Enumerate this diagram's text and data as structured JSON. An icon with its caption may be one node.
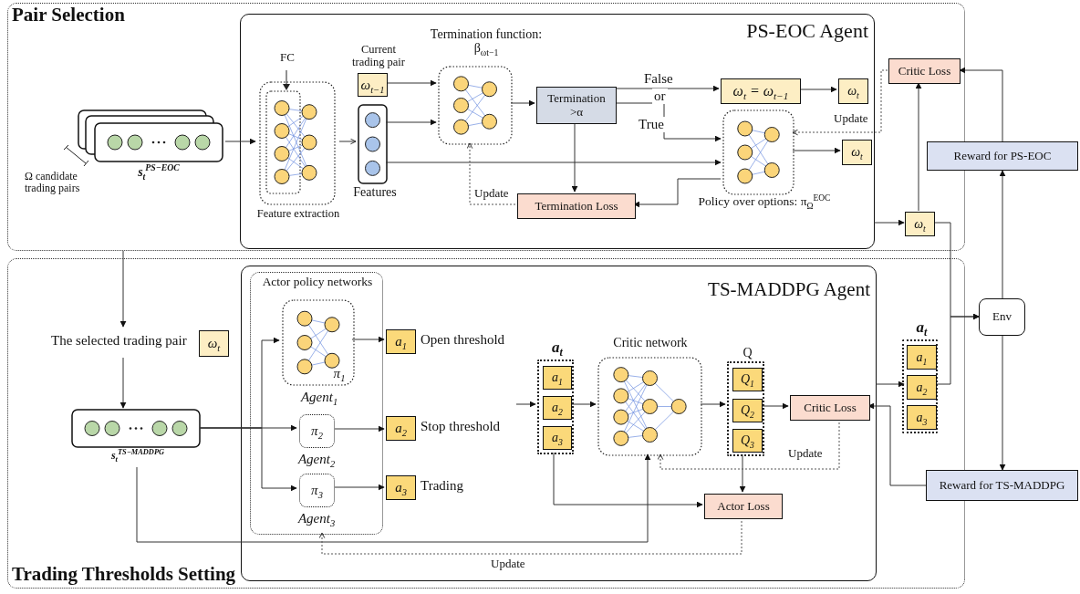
{
  "diagram": {
    "nodes": [
      {
        "text": [
          "Pair Selection"
        ]
      },
      {
        "text": [
          "s$_{t}$$^{PS−EOC}$"
        ],
        "beside": [
          "Ω candidate trading pairs"
        ],
        "in": 0
      },
      {
        "text": [
          "PS-EOC Agent"
        ],
        "in": 0
      },
      {
        "text": [
          "FC",
          "Feature extraction"
        ],
        "in": 2
      },
      {
        "text": [
          "ω$_{t−1}$"
        ],
        "beside": [
          "Current trading pair"
        ],
        "in": 2
      },
      {
        "text": [
          "Features"
        ],
        "in": 2
      },
      {
        "text": [
          "Termination function: β$_{ωt−1}$"
        ],
        "in": 2
      },
      {
        "text": [
          "Termination >α"
        ],
        "in": 2
      },
      {
        "text": [
          "ω$_{t}$ = ω$_{t−1}$"
        ],
        "in": 2
      },
      {
        "text": [
          "ω$_{t}$"
        ],
        "in": 2
      },
      {
        "text": [
          "Policy over options: π$_{Ω}$$^{EOC}$"
        ],
        "in": 2
      },
      {
        "text": [
          "ω$_{t}$"
        ],
        "in": 2
      },
      {
        "text": [
          "Termination Loss"
        ],
        "in": 2
      },
      {
        "text": [
          "Critic Loss"
        ],
        "in": 0
      },
      {
        "text": [
          "ω$_{t}$"
        ],
        "in": 0
      },
      {
        "text": [
          "Reward for PS-EOC"
        ]
      },
      {
        "text": [
          "Trading Thresholds Setting"
        ]
      },
      {
        "text": [
          "ω$_{t}$"
        ],
        "beside": [
          "The selected trading pair"
        ],
        "in": 16
      },
      {
        "text": [
          "s$_{t}$$^{TS−MADDPG}$"
        ],
        "in": 16
      },
      {
        "text": [
          "TS-MADDPG Agent"
        ],
        "in": 16
      },
      {
        "text": [
          "Actor policy networks"
        ],
        "in": 19
      },
      {
        "text": [
          "π$_{1}$",
          "Agent$_{1}$"
        ],
        "in": 20
      },
      {
        "text": [
          "π$_{2}$",
          "Agent$_{2}$"
        ],
        "in": 20
      },
      {
        "text": [
          "π$_{3}$",
          "Agent$_{3}$"
        ],
        "in": 20
      },
      {
        "text": [
          "a$_{1}$"
        ],
        "beside": [
          "Open threshold"
        ],
        "in": 19
      },
      {
        "text": [
          "a$_{2}$"
        ],
        "beside": [
          "Stop threshold"
        ],
        "in": 19
      },
      {
        "text": [
          "a$_{3}$"
        ],
        "beside": [
          "Trading"
        ],
        "in": 19
      },
      {
        "text": [
          "a$_{t}$"
        ],
        "in": 19
      },
      {
        "text": [
          "a$_{1}$"
        ],
        "in": 27
      },
      {
        "text": [
          "a$_{2}$"
        ],
        "in": 27
      },
      {
        "text": [
          "a$_{3}$"
        ],
        "in": 27
      },
      {
        "text": [
          "Critic network"
        ],
        "in": 19
      },
      {
        "text": [
          "Q"
        ],
        "in": 19
      },
      {
        "text": [
          "Q$_{1}$"
        ],
        "in": 32
      },
      {
        "text": [
          "Q$_{2}$"
        ],
        "in": 32
      },
      {
        "text": [
          "Q$_{3}$"
        ],
        "in": 32
      },
      {
        "text": [
          "Critic Loss"
        ],
        "in": 19
      },
      {
        "text": [
          "Actor Loss"
        ],
        "in": 19
      },
      {
        "text": [
          "a$_{t}$"
        ],
        "in": 16
      },
      {
        "text": [
          "a$_{1}$"
        ],
        "in": 38
      },
      {
        "text": [
          "a$_{2}$"
        ],
        "in": 38
      },
      {
        "text": [
          "a$_{3}$"
        ],
        "in": 38
      },
      {
        "text": [
          "Env"
        ]
      },
      {
        "text": [
          "Reward for TS-MADDPG"
        ]
      }
    ],
    "edges": [
      {
        "from": 1,
        "to": 3,
        "arrow": "to"
      },
      {
        "from": 3,
        "to": 5,
        "arrow": "to"
      },
      {
        "from": 4,
        "to": 6,
        "arrow": "to"
      },
      {
        "from": 5,
        "to": 6,
        "arrow": "to"
      },
      {
        "from": 5,
        "to": 10,
        "arrow": "to"
      },
      {
        "from": 6,
        "to": 7,
        "arrow": "to"
      },
      {
        "from": 7,
        "to": 8,
        "arrow": "to",
        "label": "False"
      },
      {
        "from": 7,
        "to": 10,
        "arrow": "to",
        "label": "True"
      },
      {
        "from": 8,
        "to": 9,
        "arrow": "to"
      },
      {
        "from": 10,
        "to": 11,
        "arrow": "to"
      },
      {
        "from": 10,
        "to": 12,
        "arrow": "to"
      },
      {
        "from": 7,
        "to": 12,
        "arrow": "to"
      },
      {
        "from": 12,
        "to": 6,
        "arrow": "to",
        "style": "dashed",
        "label": "Update"
      },
      {
        "from": 13,
        "to": 10,
        "arrow": "to",
        "style": "dashed",
        "label": "Update"
      },
      {
        "from": 2,
        "to": 14,
        "arrow": "to"
      },
      {
        "from": 14,
        "to": 13,
        "arrow": "to"
      },
      {
        "from": 14,
        "to": 42,
        "arrow": "to"
      },
      {
        "from": 40,
        "to": 42,
        "arrow": "to"
      },
      {
        "from": 42,
        "to": 15,
        "arrow": "to"
      },
      {
        "from": 15,
        "to": 13,
        "arrow": "to"
      },
      {
        "from": 42,
        "to": 43,
        "arrow": "to"
      },
      {
        "from": 43,
        "to": 36,
        "arrow": "to"
      },
      {
        "from": 19,
        "to": 40,
        "arrow": "to"
      },
      {
        "from": 0,
        "to": 17,
        "arrow": "to"
      },
      {
        "from": 17,
        "to": 18,
        "arrow": "to"
      },
      {
        "from": 18,
        "to": 21,
        "arrow": "to"
      },
      {
        "from": 18,
        "to": 22,
        "arrow": "to"
      },
      {
        "from": 18,
        "to": 23,
        "arrow": "to"
      },
      {
        "from": 18,
        "to": 31,
        "arrow": "to"
      },
      {
        "from": 21,
        "to": 24,
        "arrow": "to"
      },
      {
        "from": 22,
        "to": 25,
        "arrow": "to"
      },
      {
        "from": 23,
        "to": 26,
        "arrow": "to"
      },
      {
        "from": null,
        "to": 27,
        "arrow": "to"
      },
      {
        "from": 27,
        "to": 31,
        "arrow": "to"
      },
      {
        "from": 31,
        "to": 32,
        "arrow": "to"
      },
      {
        "from": 32,
        "to": 36,
        "arrow": "to"
      },
      {
        "from": 27,
        "to": 37,
        "arrow": "to"
      },
      {
        "from": 32,
        "to": 37,
        "arrow": "to"
      },
      {
        "from": 36,
        "to": 31,
        "arrow": "to",
        "style": "dashed",
        "label": "Update"
      },
      {
        "from": 37,
        "to": 20,
        "arrow": "to",
        "style": "dashed",
        "label": "Update"
      }
    ],
    "labels": [
      "or"
    ]
  }
}
